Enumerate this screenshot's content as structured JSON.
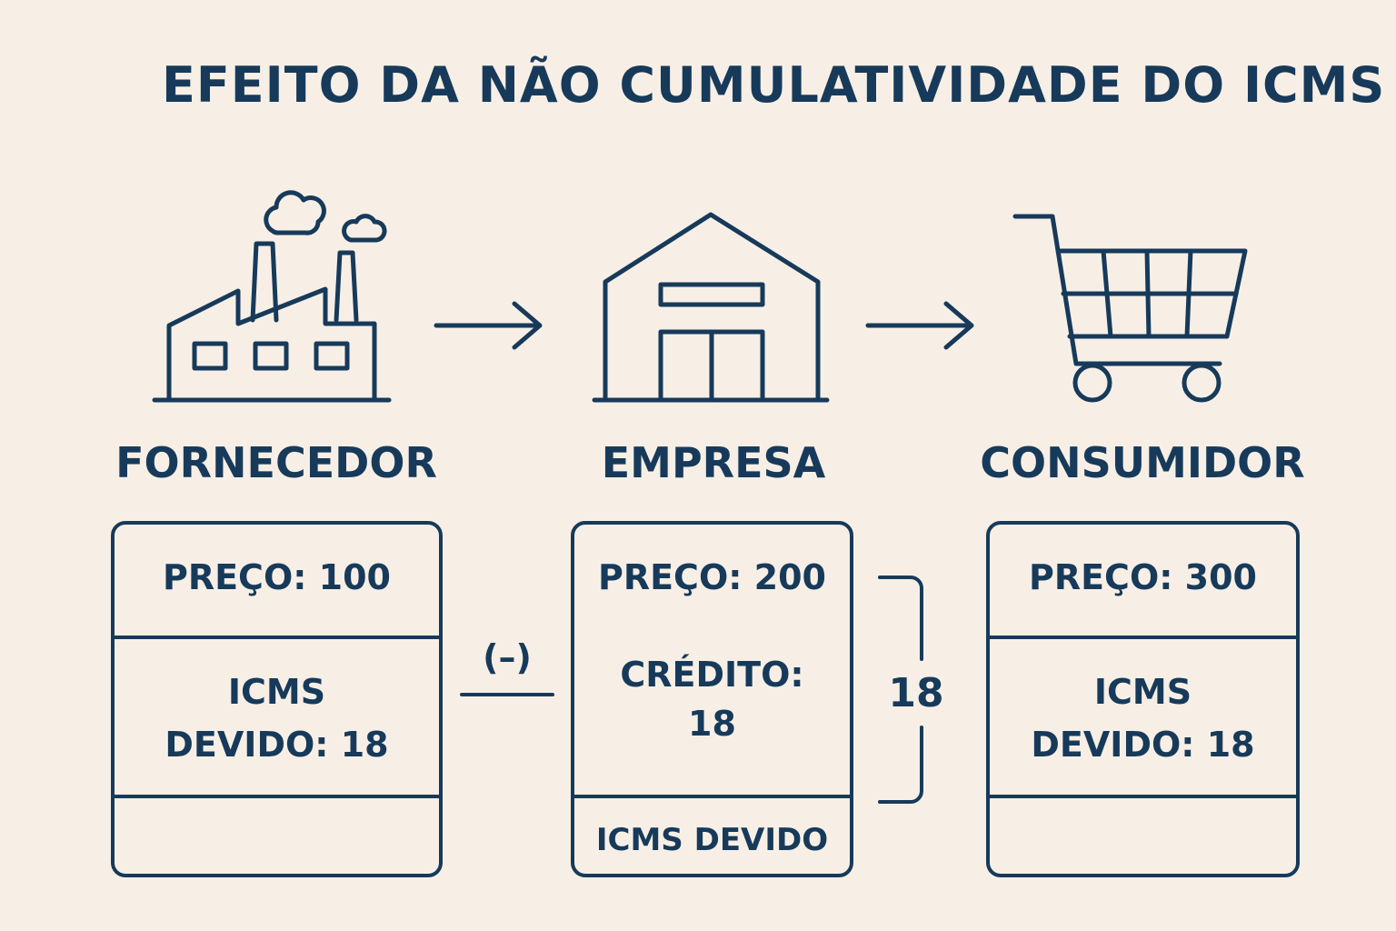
{
  "title": "EFEITO DA NÃO CUMULATIVIDADE DO ICMS",
  "colors": {
    "background": "#f7efe6",
    "ink": "#173a5a"
  },
  "stages": [
    {
      "name": "FORNECEDOR",
      "icon": "factory-icon",
      "price": "PREÇO: 100",
      "icms_line1": "ICMS",
      "icms_line2": "DEVIDO: 18"
    },
    {
      "name": "EMPRESA",
      "icon": "warehouse-icon",
      "price": "PREÇO: 200",
      "credit_line1": "CRÉDITO:",
      "credit_line2": "18",
      "footer": "ICMS DEVIDO"
    },
    {
      "name": "CONSUMIDOR",
      "icon": "shopping-cart-icon",
      "price": "PREÇO: 300",
      "icms_line1": "ICMS",
      "icms_line2": "DEVIDO: 18"
    }
  ],
  "minus_label": "(–)",
  "bracket_value": "18"
}
